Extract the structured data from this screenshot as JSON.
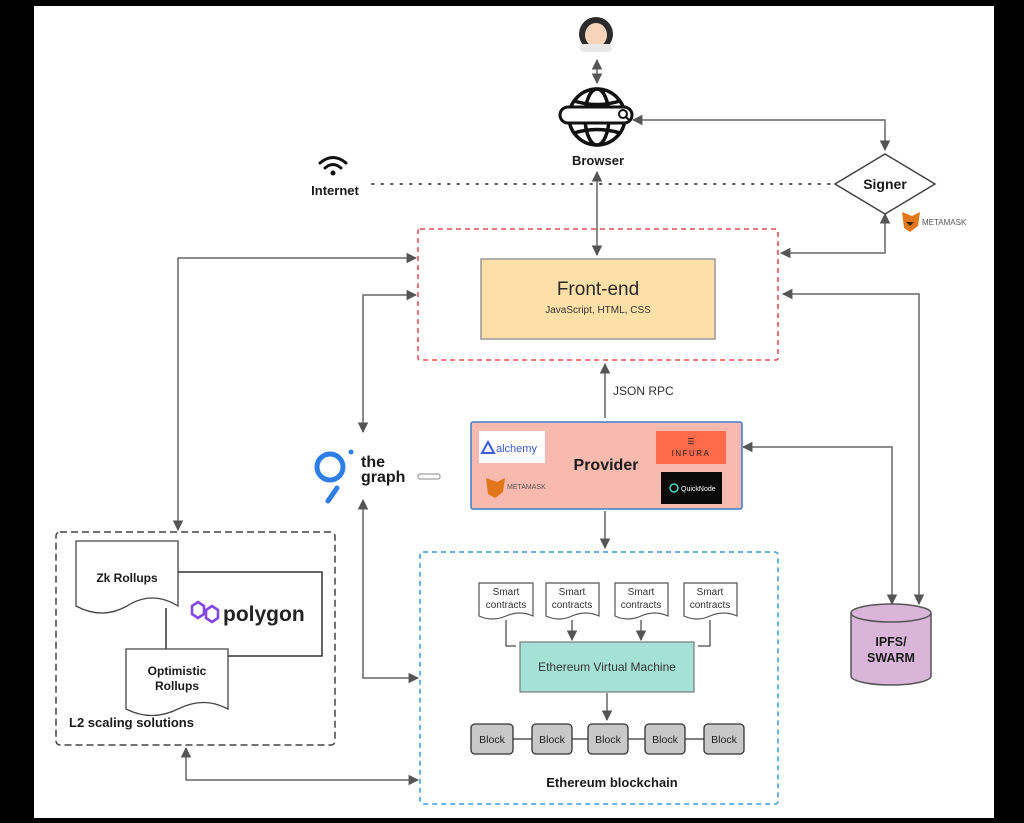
{
  "browser": {
    "label": "Browser"
  },
  "internet": {
    "label": "Internet"
  },
  "signer": {
    "label": "Signer",
    "wallet": "METAMASK"
  },
  "frontend": {
    "title": "Front-end",
    "subtitle": "JavaScript, HTML, CSS"
  },
  "rpc": {
    "label": "JSON RPC"
  },
  "provider": {
    "title": "Provider",
    "logos": {
      "alchemy": "alchemy",
      "infura": "INFURA",
      "metamask": "METAMASK",
      "quicknode": "QuickNode"
    }
  },
  "thegraph": {
    "line1": "the",
    "line2": "graph"
  },
  "l2": {
    "title": "L2 scaling solutions",
    "zk": "Zk Rollups",
    "optimistic_line1": "Optimistic",
    "optimistic_line2": "Rollups",
    "polygon": "polygon"
  },
  "ethereum": {
    "title": "Ethereum blockchain",
    "evm": "Ethereum Virtual Machine",
    "contracts": [
      {
        "line1": "Smart",
        "line2": "contracts"
      },
      {
        "line1": "Smart",
        "line2": "contracts"
      },
      {
        "line1": "Smart",
        "line2": "contracts"
      },
      {
        "line1": "Smart",
        "line2": "contracts"
      }
    ],
    "blocks": [
      "Block",
      "Block",
      "Block",
      "Block",
      "Block"
    ]
  },
  "storage": {
    "line1": "IPFS/",
    "line2": "SWARM"
  },
  "colors": {
    "frontend_fill": "#fddfa8",
    "provider_fill": "#f8b9ae",
    "evm_fill": "#a6e1d8",
    "ipfs_fill": "#d9b5d9",
    "frontend_border": "#e24b4b",
    "blockchain_border": "#3a9ad9",
    "infura": "#ff6a4d",
    "polygon": "#8247e5",
    "thegraph_blue": "#2f7ee8"
  }
}
